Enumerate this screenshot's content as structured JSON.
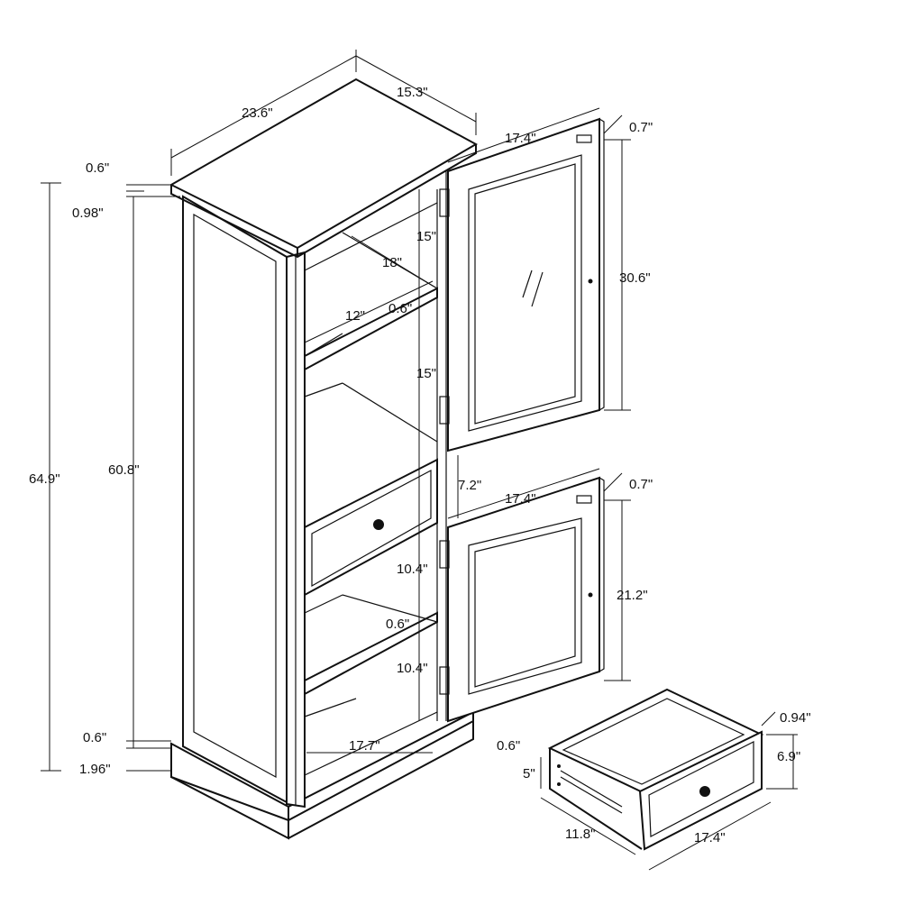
{
  "title": "Cabinet dimension diagram",
  "dimensions": {
    "top_width": "23.6\"",
    "top_depth": "15.3\"",
    "top_door_width": "17.4\"",
    "top_door_thickness": "0.7\"",
    "top_thickness": "0.6\"",
    "top_gap": "0.98\"",
    "total_height": "64.9\"",
    "body_height": "60.8\"",
    "upper_shelf_space_1": "15\"",
    "shelf_width": "18\"",
    "shelf_depth": "12\"",
    "shelf_thickness_upper": "0.6\"",
    "top_door_height": "30.6\"",
    "upper_shelf_space_2": "15\"",
    "drawer_opening_height": "7.2\"",
    "bottom_door_width": "17.4\"",
    "bottom_door_thickness": "0.7\"",
    "lower_shelf_space_1": "10.4\"",
    "bottom_door_height": "21.2\"",
    "shelf_thickness_lower": "0.6\"",
    "lower_shelf_space_2": "10.4\"",
    "bottom_thickness": "0.6\"",
    "base_height": "1.96\"",
    "interior_width": "17.7\"",
    "drawer_front_thickness": "0.94\"",
    "drawer_side_thickness": "0.6\"",
    "drawer_height": "6.9\"",
    "drawer_inner_height": "5\"",
    "drawer_depth": "11.8\"",
    "drawer_width": "17.4\""
  }
}
